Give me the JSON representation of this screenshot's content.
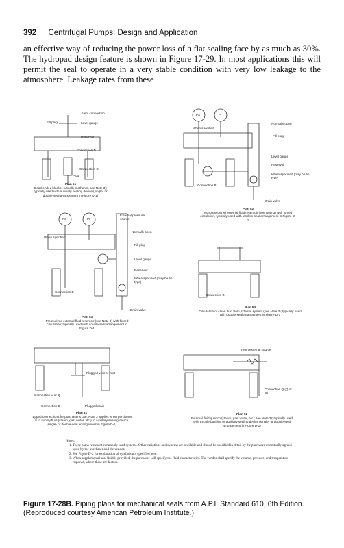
{
  "header": {
    "page_number": "392",
    "running_title": "Centrifugal Pumps: Design and Application"
  },
  "body_text": "an effective way of reducing the power loss of a flat sealing face by as much as 30%. The hydropad design feature is shown in Figure 17-29. In most applications this will permit the seal to operate in a very stable condition with very low leakage to the atmosphere. Leakage rates from these",
  "plans": {
    "p51": {
      "title": "Plan 51",
      "caption": "Dead-ended blanket (usually methanol, see Note 3); typically used with auxiliary sealing device (single- or double-seal arrangement in Figure D-1)",
      "labels": [
        "Vent connection",
        "Fill plug",
        "Level gauge",
        "Reservoir",
        "Connection D",
        "Connection D",
        "Plug"
      ]
    },
    "p52": {
      "title": "Plan 52",
      "caption": "Nonpressurized external fluid reservoir (see Note 3) with forced circulation, typically used with tandem-seal arrangement in Figure D-1",
      "labels": [
        "PS",
        "PI",
        "When specified",
        "Normally open",
        "Fill plug",
        "Level gauge",
        "Reservoir",
        "When specified (may be fin type)",
        "Connection B",
        "Drain valve"
      ]
    },
    "p53": {
      "title": "Plan 53",
      "caption": "Pressurized external fluid reservoir (see Note 3) with forced circulation; typically used with double-seal arrangement in Figure D-1",
      "labels": [
        "PS",
        "PI",
        "External pressure source",
        "When specified",
        "Normally open",
        "Fill plug",
        "Level gauge",
        "Reservoir",
        "When specified (may be fin type)",
        "Connection B",
        "Drain valve"
      ]
    },
    "p54": {
      "title": "Plan 54",
      "caption": "Circulation of clean fluid from external system (see Note 3); typically used with double-seal arrangement in Figure D-1",
      "labels": [
        "Connection B"
      ]
    },
    "p61": {
      "title": "Plan 61",
      "caption": "Tapped connections for purchaser's use; Note 3 applies when purchaser is to supply fluid (steam, gas, water, etc.) to auxiliary sealing device (single- or double-seal arrangement in Figure D-1)",
      "labels": [
        "Plugged vent or inlet",
        "Connection V or Q",
        "Connection D",
        "Plugged drain"
      ]
    },
    "p62": {
      "title": "Plan 62",
      "caption": "External fluid quench (steam, gas, water, etc.; see Note 3); typically used with throttle bushing or auxiliary sealing device (single- or double-seal arrangement in Figure D-1)",
      "labels": [
        "From external source",
        "Connection Q (Q or D)"
      ]
    }
  },
  "notes": {
    "heading": "Notes:",
    "items": [
      "These plans represent commonly used systems. Other variations and systems are available and should be specified in detail by the purchaser or mutually agreed upon by the purchaser and the vendor.",
      "See Figure D-2 for explanation of symbols not specified here.",
      "When supplemental seal fluid is provided, the purchaser will specify the fluid characteristics. The vendor shall specify the volume, pressure, and temperature required, where these are factors."
    ]
  },
  "figure_caption": {
    "label": "Figure 17-28B.",
    "text": "Piping plans for mechanical seals from A.P.I. Standard 610, 6th Edition. (Reproduced courtesy American Petroleum Institute.)"
  }
}
